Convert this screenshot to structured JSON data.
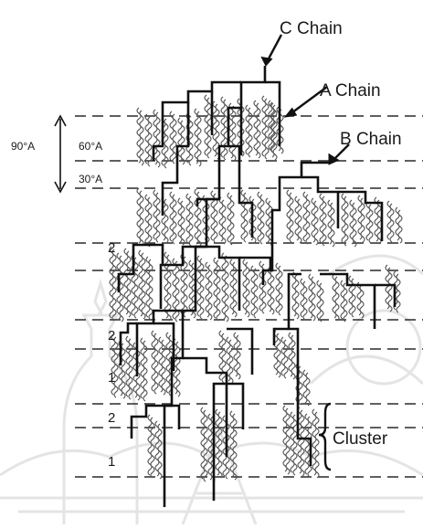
{
  "diagram": {
    "labels": {
      "c_chain": "C Chain",
      "a_chain": "A Chain",
      "b_chain": "B Chain",
      "cluster": "Cluster"
    },
    "dimensions": {
      "total": "90°A",
      "upper": "60°A",
      "lower": "30°A"
    },
    "level_numbers": [
      "2",
      "2",
      "1",
      "2",
      "1"
    ]
  }
}
